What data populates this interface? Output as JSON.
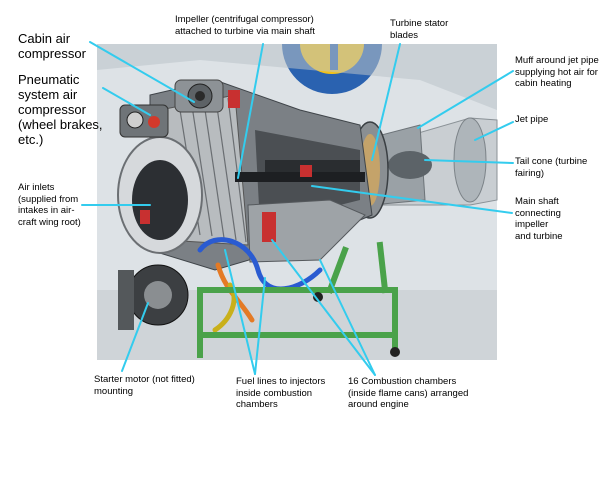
{
  "labels": {
    "impeller": "Impeller (centrifugal compressor)\nattached to turbine via main shaft",
    "turbine_stator": "Turbine stator\nblades",
    "cabin_air": "Cabin air\ncompressor",
    "pneumatic": "Pneumatic\nsystem air\ncompressor\n(wheel brakes,\netc.)",
    "muff": "Muff around jet pipe\nsupplying hot air for\ncabin heating",
    "jet_pipe": "Jet pipe",
    "tail_cone": "Tail cone (turbine\nfairing)",
    "air_inlets": "Air inlets\n(supplied from\nintakes in air-\ncraft wing root)",
    "main_shaft": "Main shaft\nconnecting\nimpeller\nand turbine",
    "starter": "Starter motor (not fitted)\nmounting",
    "fuel_lines": "Fuel lines to injectors\ninside combustion\nchambers",
    "combustion": "16 Combustion chambers\n(inside flame cans) arranged\naround engine"
  },
  "colors": {
    "leader": "#33ccee",
    "photo_bg": "#dfe3e6",
    "stand": "#4aa24a",
    "roundel_blue": "#2a62b0",
    "roundel_yellow": "#f2c21a"
  }
}
